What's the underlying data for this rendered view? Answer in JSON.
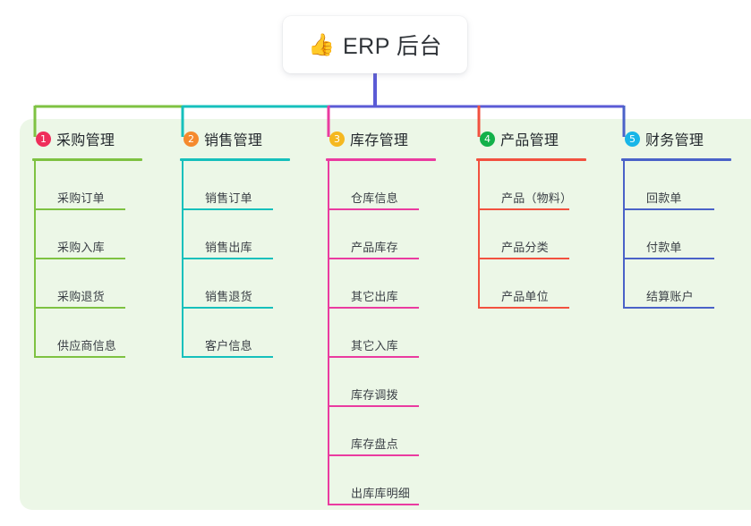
{
  "root": {
    "icon": "thumbs-up-icon",
    "emoji": "👍",
    "title": "ERP 后台"
  },
  "palette": {
    "panel_bg": "#ecf7e7",
    "page_bg": "#ffffff",
    "root_text": "#2f3338",
    "trunk": "#5b5bd6"
  },
  "columns": [
    {
      "number": "1",
      "title": "采购管理",
      "badge_color": "#ef2e5b",
      "line_color": "#7ec242",
      "items": [
        {
          "label": "采购订单"
        },
        {
          "label": "采购入库"
        },
        {
          "label": "采购退货"
        },
        {
          "label": "供应商信息"
        }
      ]
    },
    {
      "number": "2",
      "title": "销售管理",
      "badge_color": "#f58a2e",
      "line_color": "#16c0bc",
      "items": [
        {
          "label": "销售订单"
        },
        {
          "label": "销售出库"
        },
        {
          "label": "销售退货"
        },
        {
          "label": "客户信息"
        }
      ]
    },
    {
      "number": "3",
      "title": "库存管理",
      "badge_color": "#f5b820",
      "line_color": "#ea3ba0",
      "items": [
        {
          "label": "仓库信息"
        },
        {
          "label": "产品库存"
        },
        {
          "label": "其它出库"
        },
        {
          "label": "其它入库"
        },
        {
          "label": "库存调拨"
        },
        {
          "label": "库存盘点"
        },
        {
          "label": "出库库明细"
        }
      ]
    },
    {
      "number": "4",
      "title": "产品管理",
      "badge_color": "#13b14a",
      "line_color": "#f2513f",
      "items": [
        {
          "label": "产品（物料）"
        },
        {
          "label": "产品分类"
        },
        {
          "label": "产品单位"
        }
      ]
    },
    {
      "number": "5",
      "title": "财务管理",
      "badge_color": "#18b6e8",
      "line_color": "#4a62c8",
      "items": [
        {
          "label": "回款单"
        },
        {
          "label": "付款单"
        },
        {
          "label": "结算账户"
        }
      ]
    }
  ]
}
